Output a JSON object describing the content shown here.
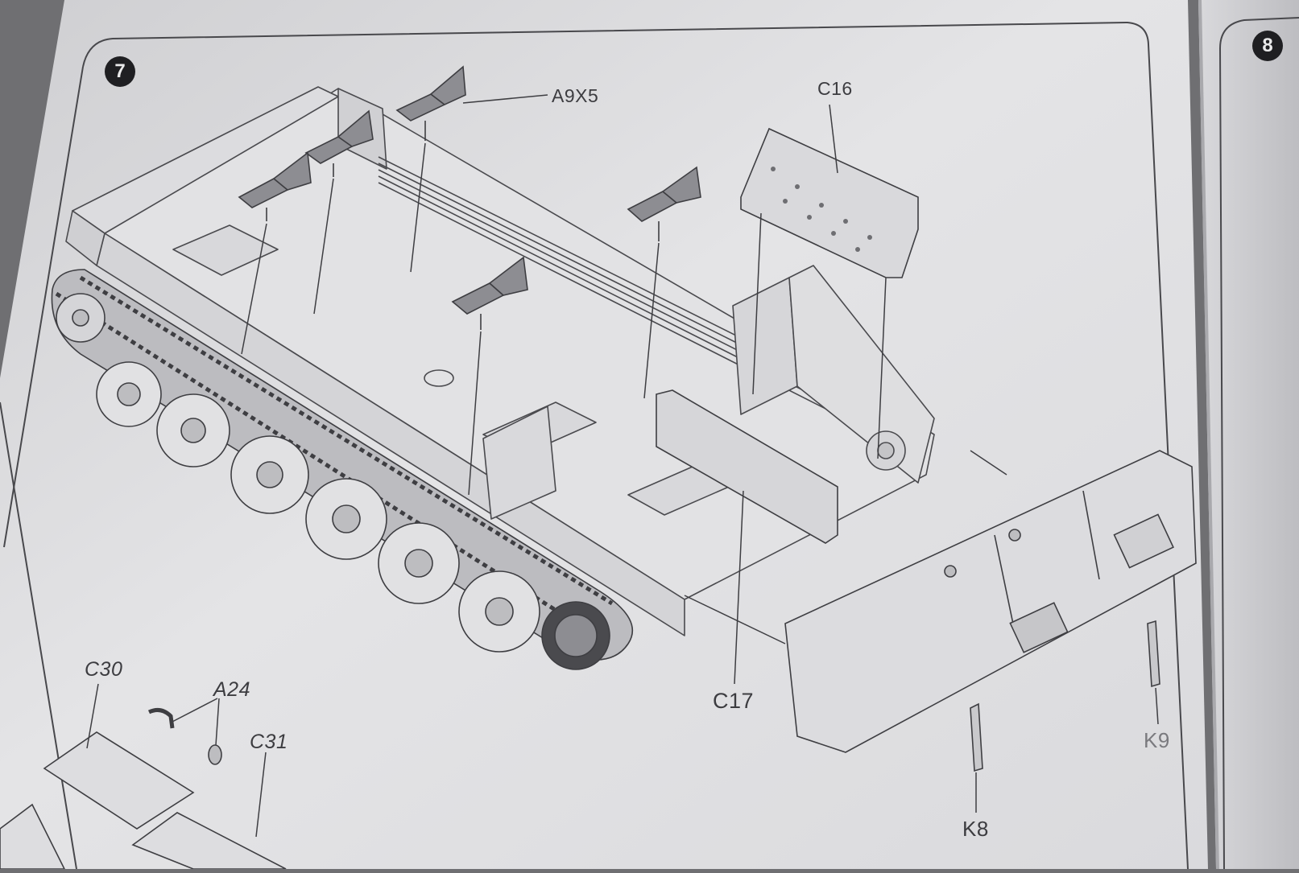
{
  "steps": {
    "step_7": "7",
    "step_8": "8"
  },
  "parts": {
    "a9x5": "A9X5",
    "c16": "C16",
    "c17": "C17",
    "c30": "C30",
    "a24": "A24",
    "c31": "C31",
    "k8": "K8",
    "k9": "K9"
  },
  "colors": {
    "paper": "#e7e7e9",
    "paper_shade": "#c9c9cc",
    "ink": "#3c3c40",
    "part_gray": "#8d8d92",
    "background": "#6f6f72"
  }
}
